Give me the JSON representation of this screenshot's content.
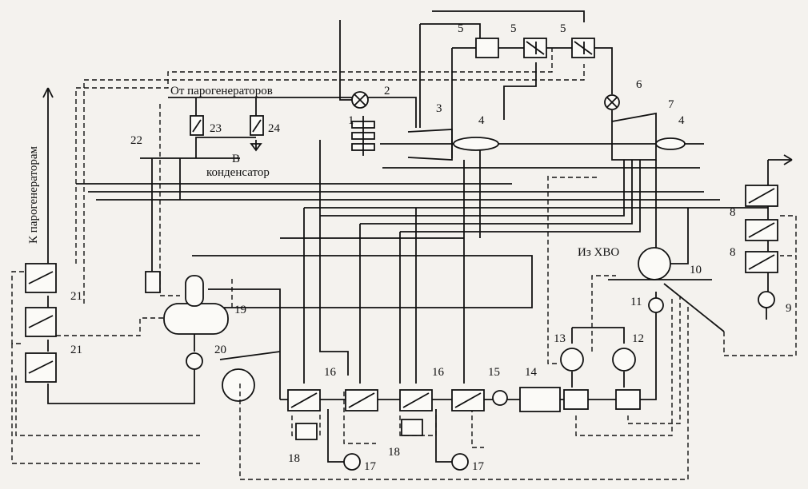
{
  "labels": {
    "from_steam_generators": "От парогенераторов",
    "to_condenser_line1": "В",
    "to_condenser_line2": "конденсатор",
    "to_steam_generators": "К парогенераторам",
    "from_chemical_water_treatment": "Из ХВО"
  },
  "numbers": {
    "n1": "1",
    "n2": "2",
    "n3": "3",
    "n4a": "4",
    "n4b": "4",
    "n5a": "5",
    "n5b": "5",
    "n5c": "5",
    "n6": "6",
    "n7": "7",
    "n8a": "8",
    "n8b": "8",
    "n9": "9",
    "n10": "10",
    "n11": "11",
    "n12": "12",
    "n13": "13",
    "n14": "14",
    "n15": "15",
    "n16a": "16",
    "n16b": "16",
    "n17a": "17",
    "n17b": "17",
    "n18a": "18",
    "n18b": "18",
    "n19": "19",
    "n20": "20",
    "n21a": "21",
    "n21b": "21",
    "n22": "22",
    "n23": "23",
    "n24": "24"
  }
}
